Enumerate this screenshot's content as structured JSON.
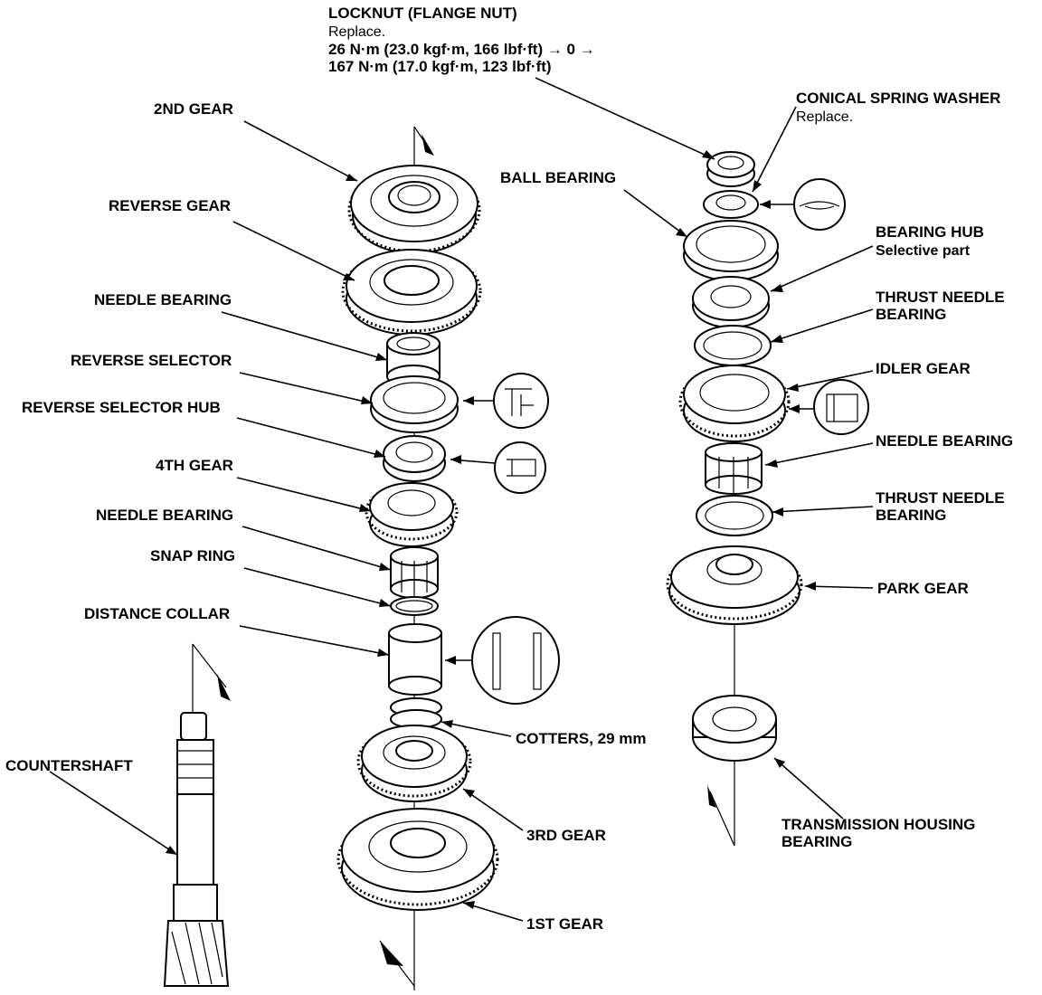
{
  "labels": {
    "locknut": "LOCKNUT (FLANGE NUT)",
    "locknut_note1": "Replace.",
    "locknut_torque1": "26 N·m (23.0 kgf·m, 166 lbf·ft) → 0 →",
    "locknut_torque2": "167 N·m (17.0 kgf·m, 123 lbf·ft)",
    "second_gear": "2ND GEAR",
    "reverse_gear": "REVERSE GEAR",
    "needle_bearing_1": "NEEDLE BEARING",
    "reverse_selector": "REVERSE SELECTOR",
    "reverse_selector_hub": "REVERSE SELECTOR HUB",
    "fourth_gear": "4TH GEAR",
    "needle_bearing_2": "NEEDLE BEARING",
    "snap_ring": "SNAP RING",
    "distance_collar": "DISTANCE COLLAR",
    "countershaft": "COUNTERSHAFT",
    "cotters": "COTTERS, 29 mm",
    "third_gear": "3RD GEAR",
    "first_gear": "1ST GEAR",
    "conical_spring_washer": "CONICAL SPRING WASHER",
    "conical_note": "Replace.",
    "ball_bearing": "BALL BEARING",
    "bearing_hub": "BEARING HUB",
    "bearing_hub_note": "Selective part",
    "thrust_needle_bearing_1a": "THRUST NEEDLE",
    "thrust_needle_bearing_1b": "BEARING",
    "idler_gear": "IDLER GEAR",
    "needle_bearing_3": "NEEDLE BEARING",
    "thrust_needle_bearing_2a": "THRUST NEEDLE",
    "thrust_needle_bearing_2b": "BEARING",
    "park_gear": "PARK GEAR",
    "transmission_housing_a": "TRANSMISSION HOUSING",
    "transmission_housing_b": "BEARING"
  }
}
